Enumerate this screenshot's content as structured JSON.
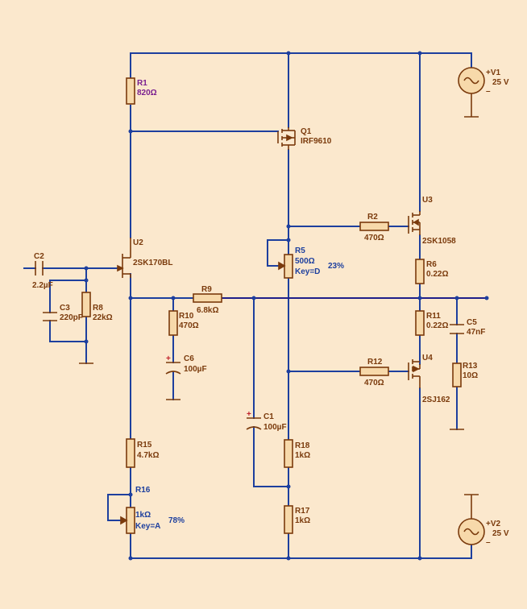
{
  "components": {
    "r1": {
      "name": "R1",
      "value": "820Ω"
    },
    "q1": {
      "name": "Q1",
      "part": "IRF9610"
    },
    "v1": {
      "name": "+V1",
      "value": "25 V",
      "minus": "–"
    },
    "v2": {
      "name": "+V2",
      "value": "25 V",
      "minus": "–"
    },
    "u1": {
      "name": "U2",
      "part": "2SK170BL"
    },
    "u3": {
      "name": "U3",
      "part": "2SK1058"
    },
    "u4": {
      "name": "U4",
      "part": "2SJ162"
    },
    "c2": {
      "name": "C2",
      "value": "2.2µF"
    },
    "c3": {
      "name": "C3",
      "value": "220pF"
    },
    "r8": {
      "name": "R8",
      "value": "22kΩ"
    },
    "r2": {
      "name": "R2",
      "value": "470Ω"
    },
    "r5": {
      "name": "R5",
      "value": "500Ω",
      "key": "Key=D",
      "percent": "23%"
    },
    "r6": {
      "name": "R6",
      "value": "0.22Ω"
    },
    "r9": {
      "name": "R9",
      "value": "6.8kΩ"
    },
    "r10": {
      "name": "R10",
      "value": "470Ω"
    },
    "c6": {
      "name": "C6",
      "value": "100µF",
      "plus": "+"
    },
    "r11": {
      "name": "R11",
      "value": "0.22Ω"
    },
    "c5": {
      "name": "C5",
      "value": "47nF"
    },
    "r12": {
      "name": "R12",
      "value": "470Ω"
    },
    "r13": {
      "name": "R13",
      "value": "10Ω"
    },
    "c1": {
      "name": "C1",
      "value": "100µF",
      "plus": "+"
    },
    "r18": {
      "name": "R18",
      "value": "1kΩ"
    },
    "r15": {
      "name": "R15",
      "value": "4.7kΩ"
    },
    "r16": {
      "name": "R16",
      "value": "1kΩ",
      "key": "Key=A",
      "percent": "78%"
    },
    "r17": {
      "name": "R17",
      "value": "1kΩ"
    }
  },
  "colors": {
    "background": "#fbe8cd",
    "wire": "#1d3f9e",
    "component": "#7a3a0c",
    "output_rail": "#1f1f8a",
    "component_fill": "#f7d9aa"
  }
}
